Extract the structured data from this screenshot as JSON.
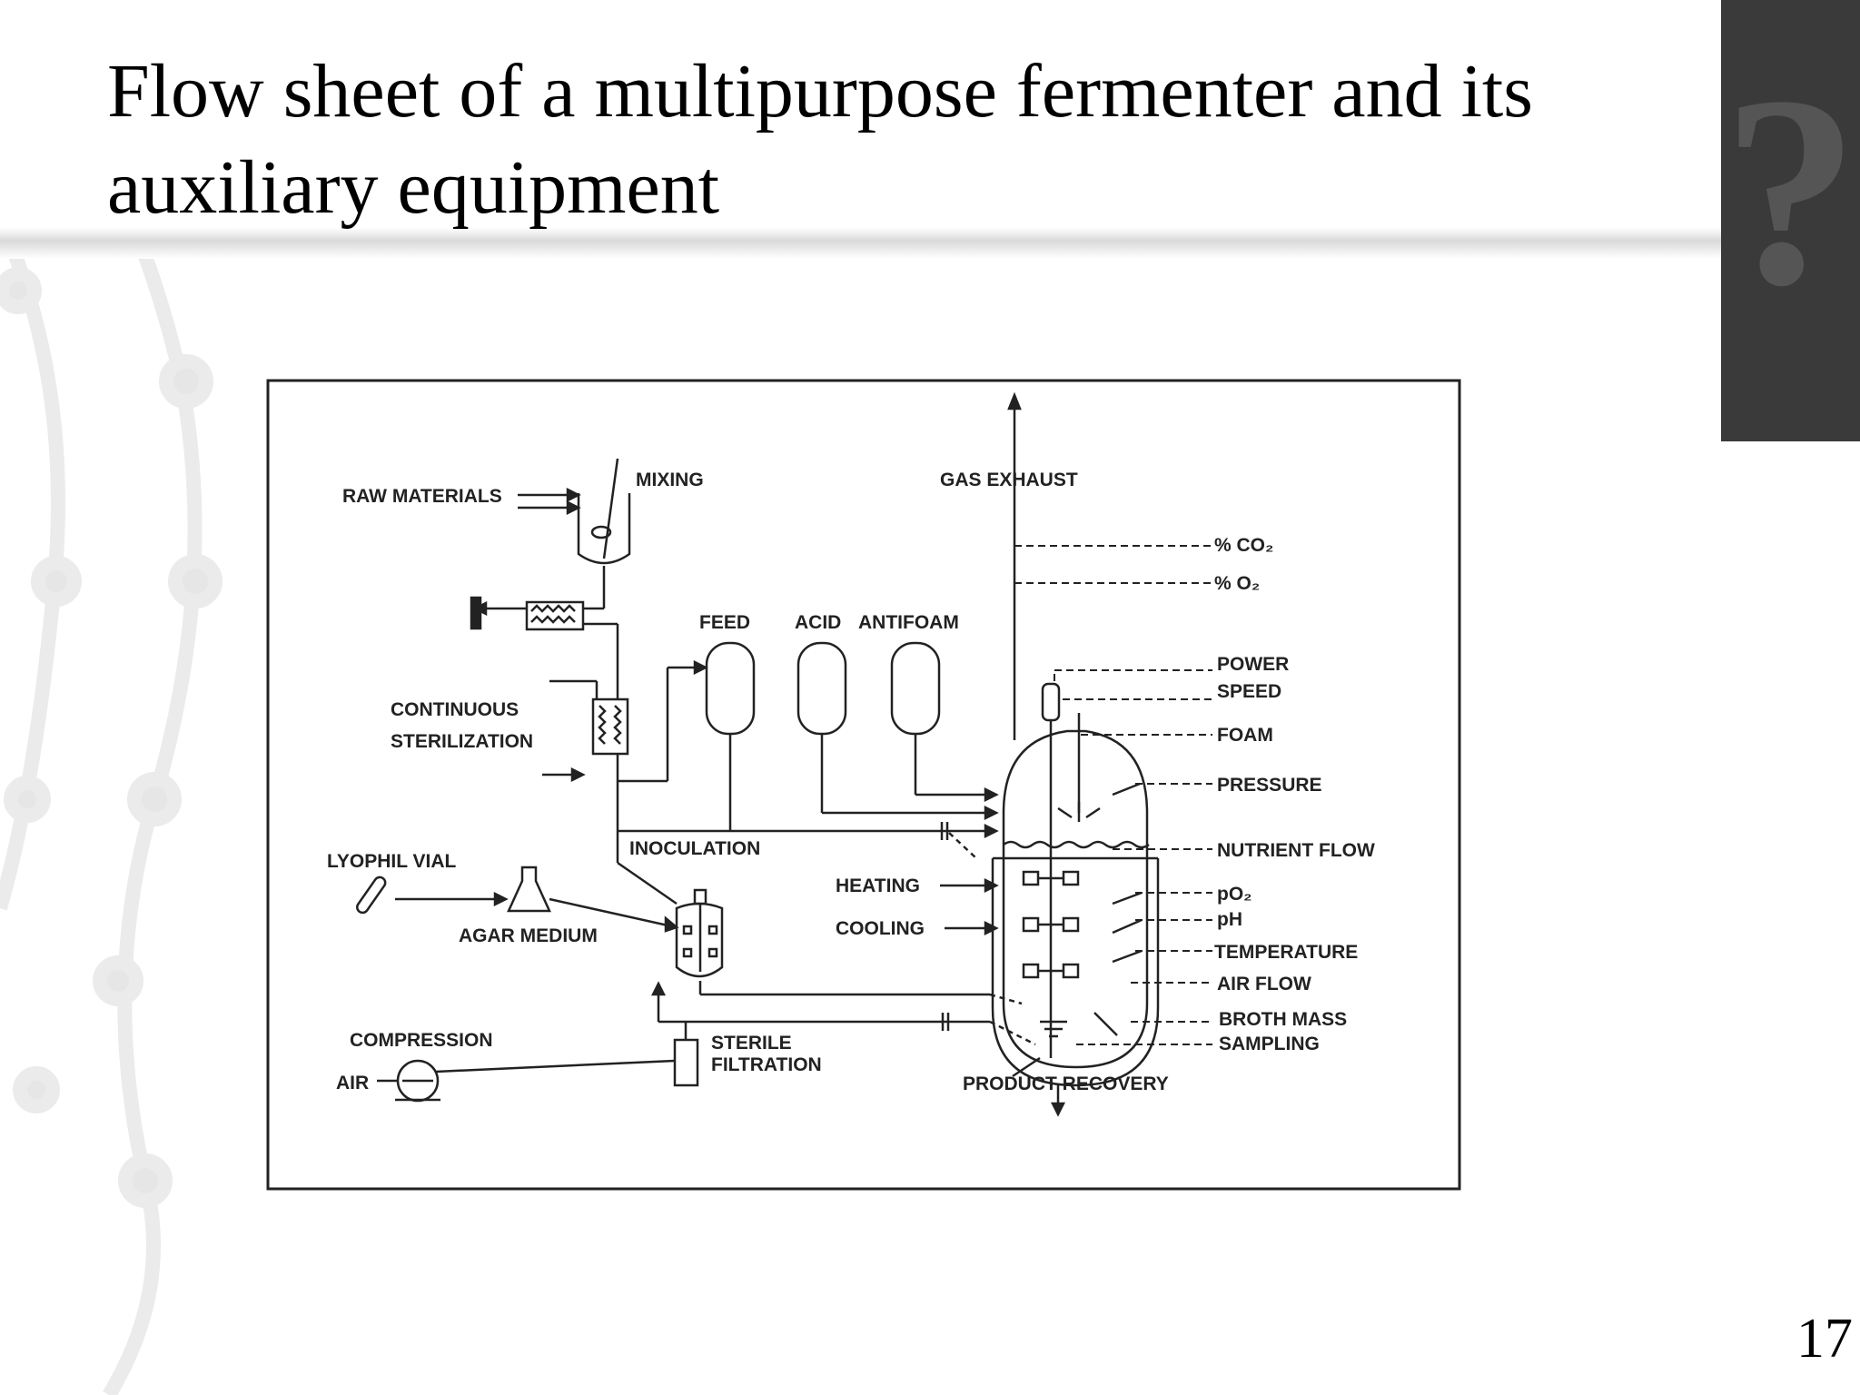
{
  "slide": {
    "title": "Flow sheet of a multipurpose fermenter and its auxiliary equipment",
    "number": "17",
    "corner_glyph": "?"
  },
  "diagram": {
    "labels": {
      "raw_materials": "RAW MATERIALS",
      "mixing": "MIXING",
      "gas_exhaust": "GAS EXHAUST",
      "co2": "% CO₂",
      "o2": "% O₂",
      "feed": "FEED",
      "acid": "ACID",
      "antifoam": "ANTIFOAM",
      "power": "POWER",
      "speed": "SPEED",
      "foam": "FOAM",
      "pressure": "PRESSURE",
      "continuous": "CONTINUOUS",
      "sterilization": "STERILIZATION",
      "inoculation": "INOCULATION",
      "nutrient_flow": "NUTRIENT FLOW",
      "lyophil_vial": "LYOPHIL VIAL",
      "heating": "HEATING",
      "cooling": "COOLING",
      "po2": "pO₂",
      "ph": "pH",
      "agar_medium": "AGAR MEDIUM",
      "temperature": "TEMPERATURE",
      "air_flow": "AIR FLOW",
      "broth_mass": "BROTH MASS",
      "sampling": "SAMPLING",
      "compression": "COMPRESSION",
      "sterile": "STERILE",
      "filtration": "FILTRATION",
      "air": "AIR",
      "product_recovery": "PRODUCT RECOVERY"
    }
  },
  "colors": {
    "corner_box": "#3a3a3a",
    "diagram_ink": "#222222"
  }
}
